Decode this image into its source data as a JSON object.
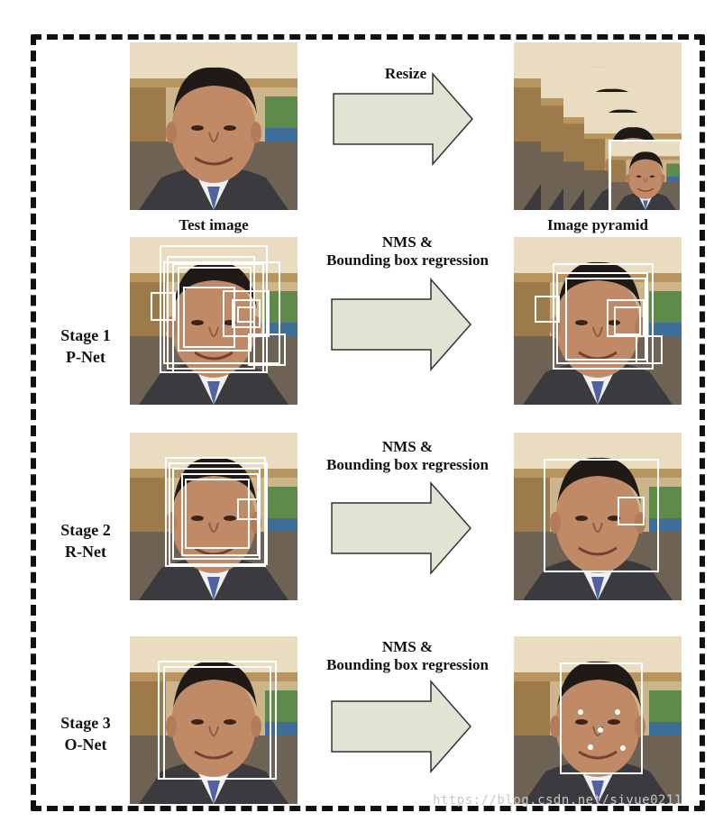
{
  "top": {
    "arrow_label": "Resize",
    "left_caption": "Test image",
    "right_caption": "Image pyramid"
  },
  "stages": [
    {
      "title": "Stage 1",
      "net": "P-Net",
      "arrow_line1": "NMS &",
      "arrow_line2": "Bounding box regression"
    },
    {
      "title": "Stage 2",
      "net": "R-Net",
      "arrow_line1": "NMS &",
      "arrow_line2": "Bounding box regression"
    },
    {
      "title": "Stage 3",
      "net": "O-Net",
      "arrow_line1": "NMS &",
      "arrow_line2": "Bounding box regression"
    }
  ],
  "watermark": "https://blog.csdn.net/siyue0211",
  "colors": {
    "arrow_fill": "#dfe5d2",
    "arrow_stroke": "#333333",
    "box_stroke": "#ffffff",
    "dash": "#111111"
  }
}
